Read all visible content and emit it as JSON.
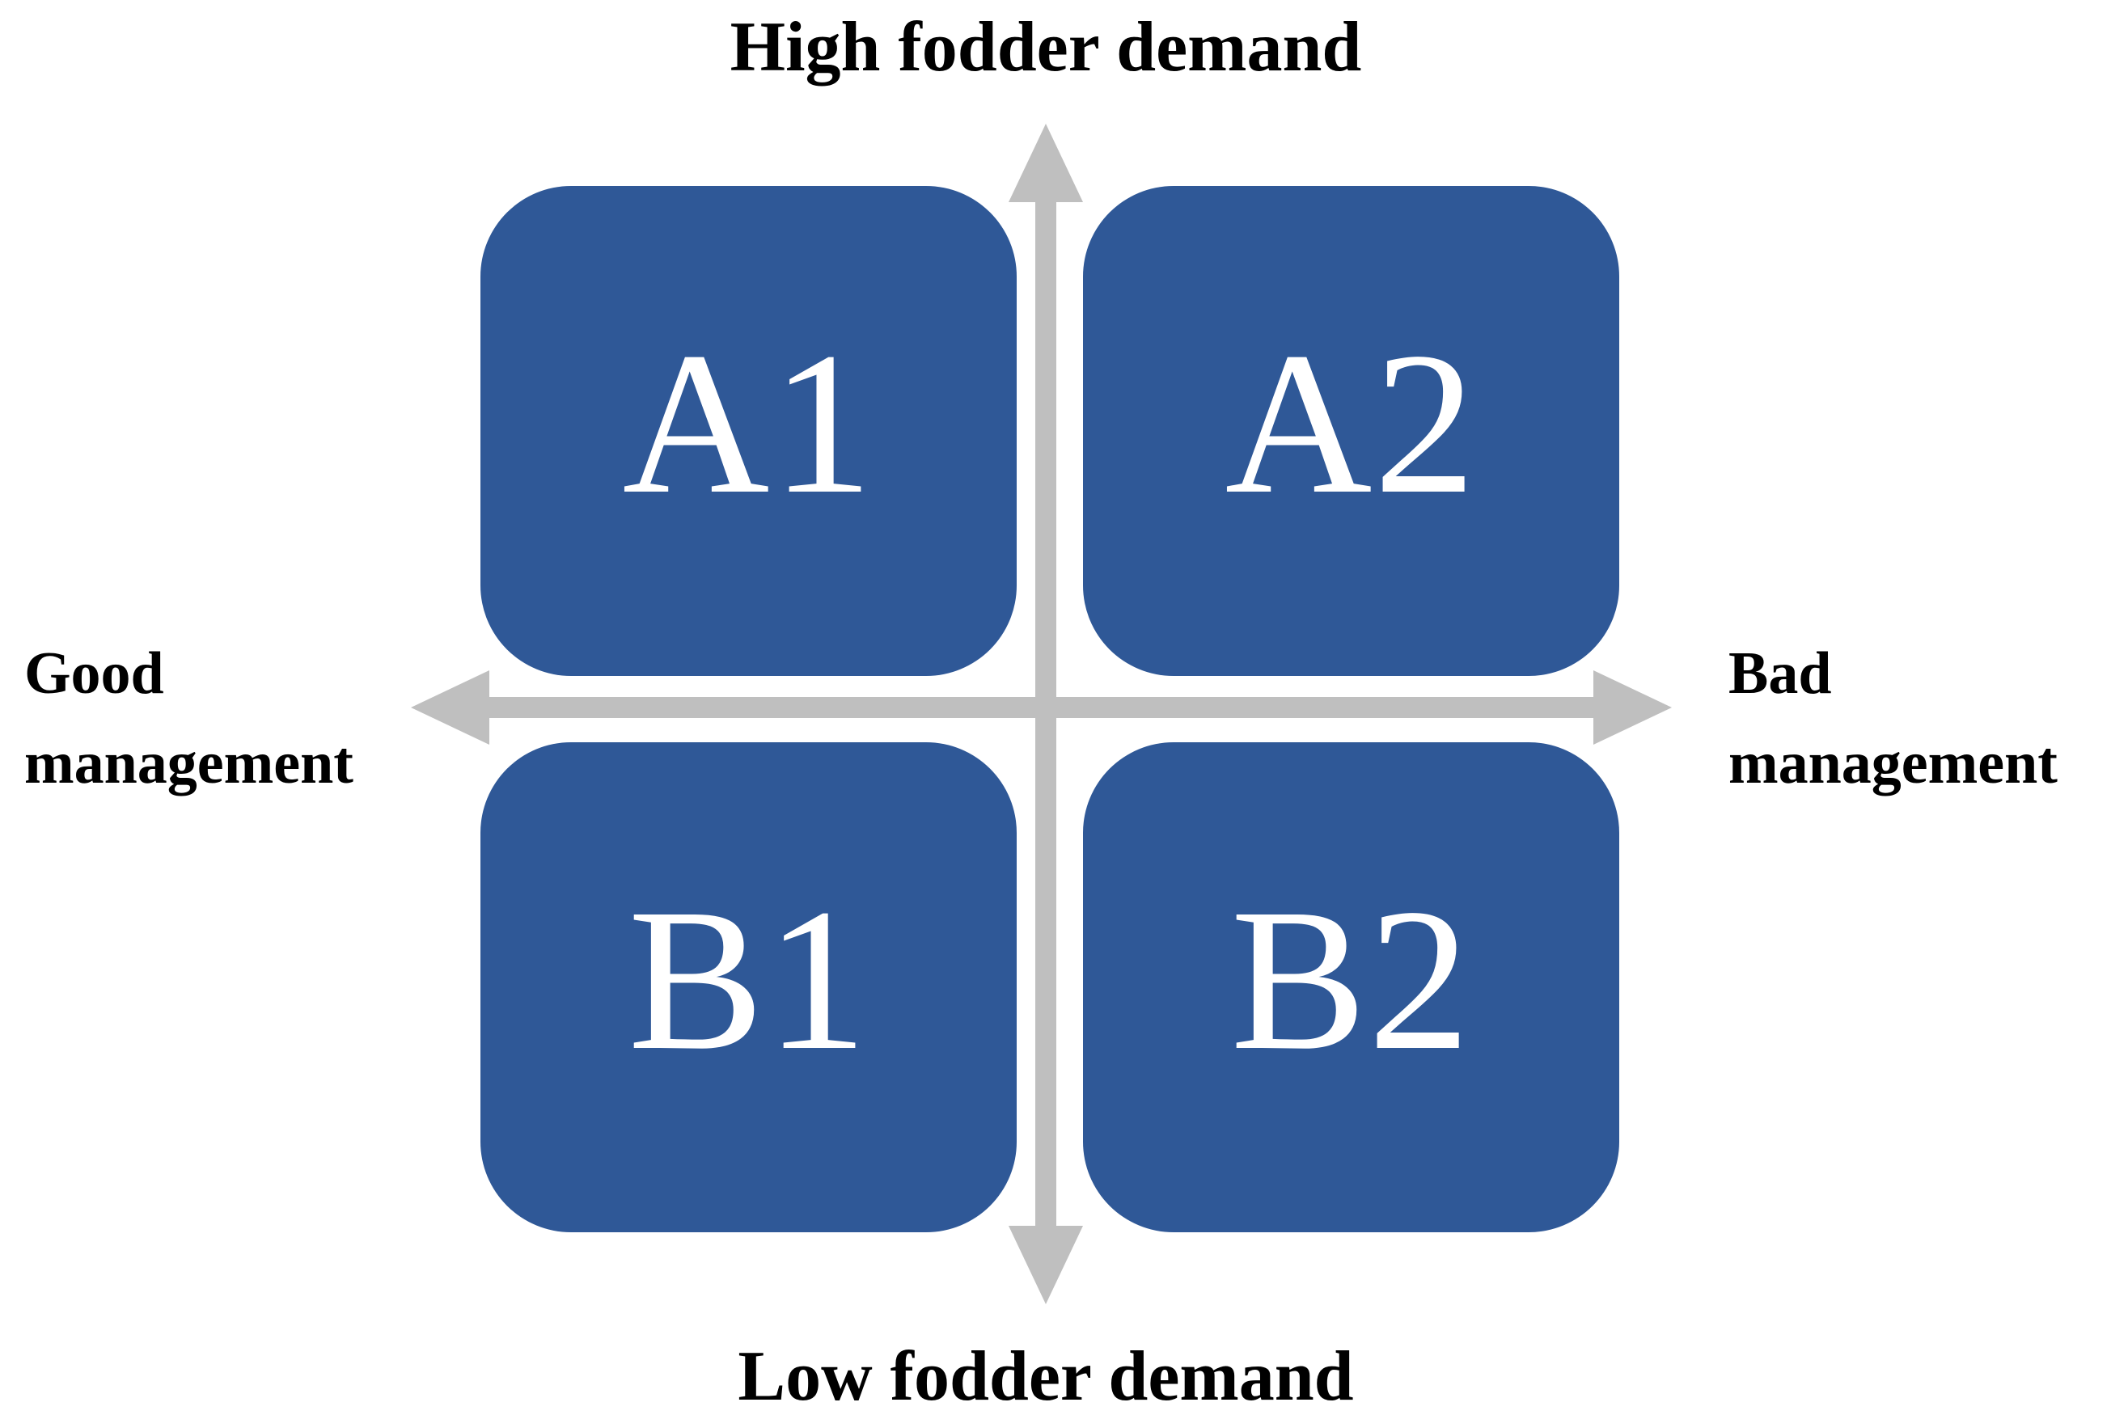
{
  "colors": {
    "background": "#FFFFFF",
    "box_fill": "#2F5897",
    "box_label": "#FFFFFF",
    "arrow": "#BFBFBF",
    "axis_text": "#000000"
  },
  "axis_labels": {
    "top": "High fodder demand",
    "bottom": "Low fodder demand",
    "left_line1": "Good",
    "left_line2": "management",
    "right_line1": "Bad",
    "right_line2": "management"
  },
  "quadrants": [
    {
      "id": "A1",
      "label": "A1",
      "position": "top-left"
    },
    {
      "id": "A2",
      "label": "A2",
      "position": "top-right"
    },
    {
      "id": "B1",
      "label": "B1",
      "position": "bottom-left"
    },
    {
      "id": "B2",
      "label": "B2",
      "position": "bottom-right"
    }
  ]
}
